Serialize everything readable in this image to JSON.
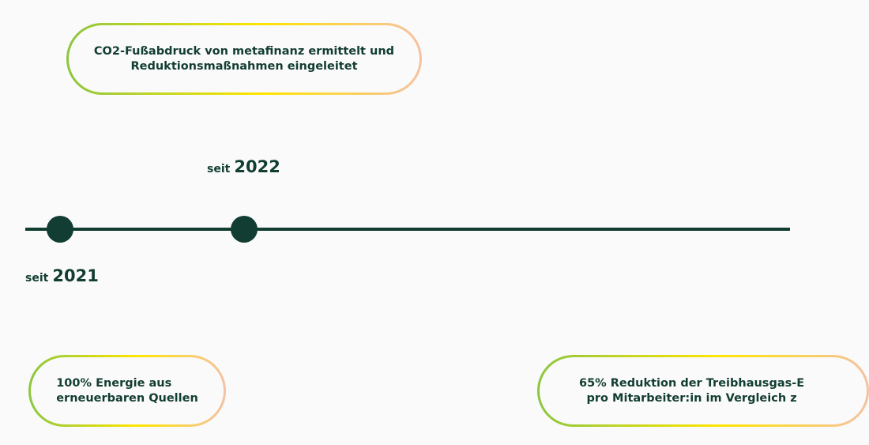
{
  "colors": {
    "dark": "#123d32",
    "green": "#8cc63f",
    "yellow": "#ffe500",
    "peach": "#f5c1a3",
    "background": "#fafafa"
  },
  "milestones": [
    {
      "prefix": "seit",
      "year": "2021",
      "text": "100% Energie aus\nerneuerbaren Quellen"
    },
    {
      "prefix": "seit",
      "year": "2022",
      "text": "CO2-Fußabdruck von metafinanz ermittelt und\nReduktionsmaßnahmen eingeleitet"
    },
    {
      "text": "65% Reduktion der Treibhausgas-E\npro Mitarbeiter:in im Vergleich z"
    }
  ]
}
